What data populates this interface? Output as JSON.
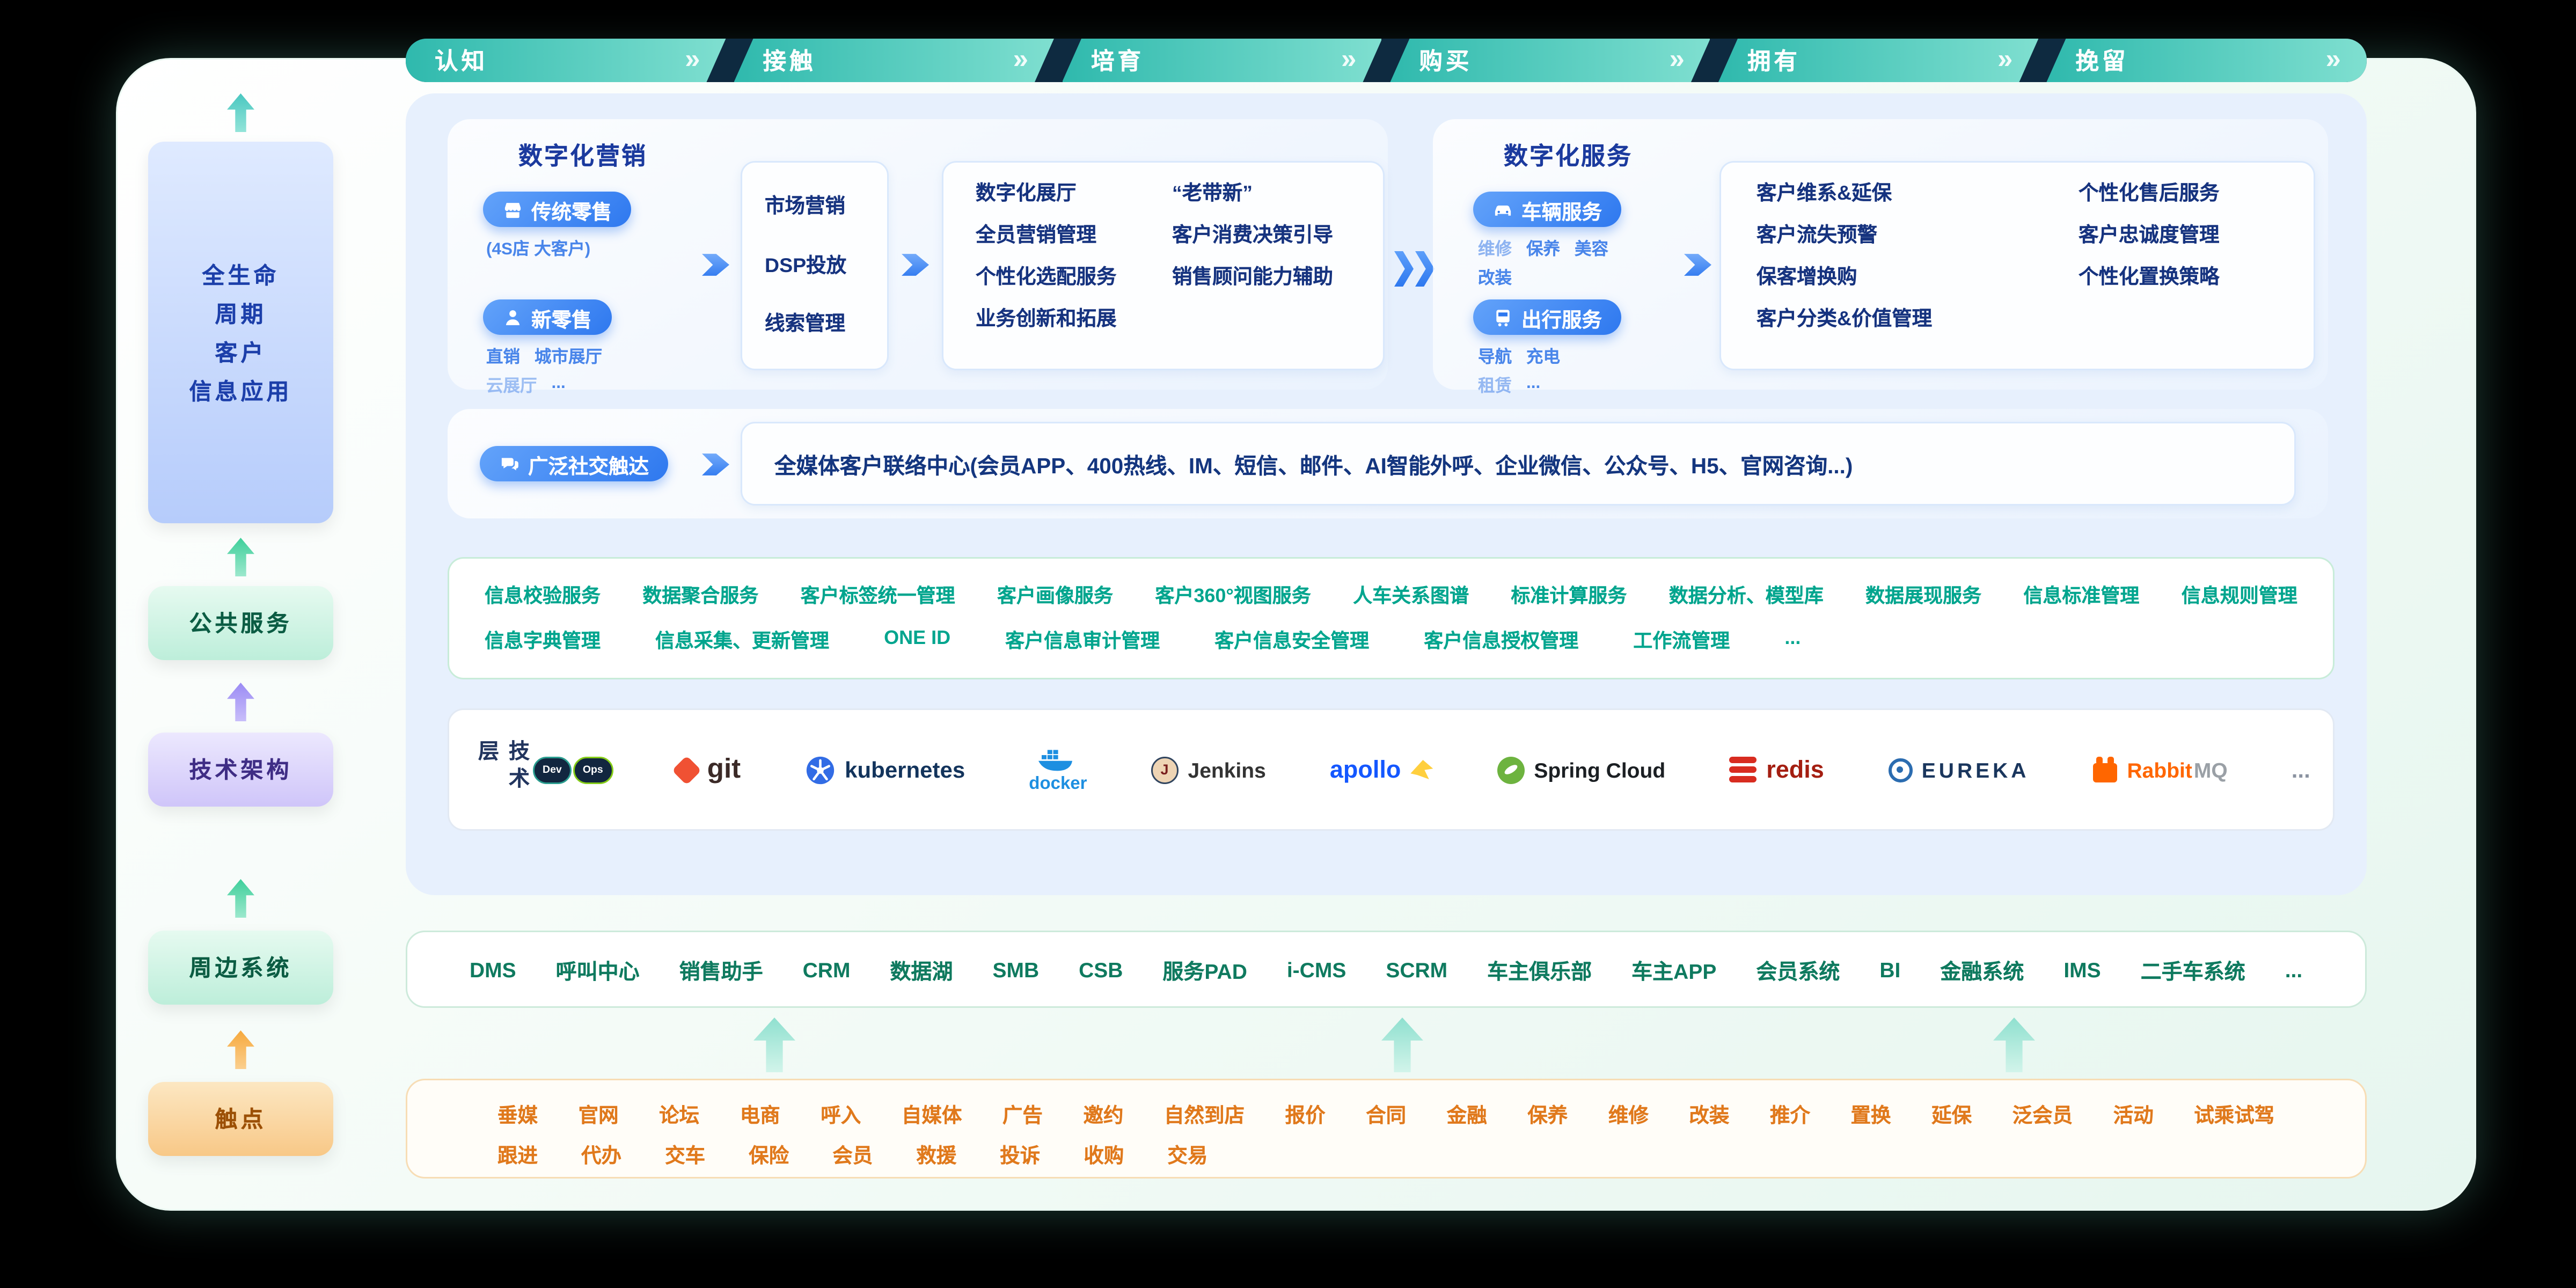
{
  "stages": [
    "认知",
    "接触",
    "培育",
    "购买",
    "拥有",
    "挽留"
  ],
  "sidebar": {
    "lifecycle_lines": [
      "全生命",
      "周期",
      "客户",
      "信息应用"
    ],
    "public_services_label": "公共服务",
    "tech_architecture_label": "技术架构",
    "peripheral_systems_label": "周边系统",
    "touchpoints_label": "触点"
  },
  "marketing": {
    "title": "数字化营销",
    "traditional": {
      "label": "传统零售",
      "sub": "(4S店  大客户)"
    },
    "new_retail": {
      "label": "新零售",
      "subs": [
        "直销",
        "城市展厅",
        "云展厅",
        "..."
      ]
    },
    "mid_items": [
      "市场营销",
      "DSP投放",
      "线索管理"
    ],
    "digital_items": [
      "数字化展厅",
      "全员营销管理",
      "个性化选配服务",
      "业务创新和拓展"
    ],
    "assist_items": [
      "“老带新”",
      "客户消费决策引导",
      "销售顾问能力辅助"
    ]
  },
  "services": {
    "title": "数字化服务",
    "vehicle": {
      "label": "车辆服务",
      "subs": [
        "维修",
        "保养",
        "美容",
        "改装"
      ]
    },
    "travel": {
      "label": "出行服务",
      "subs": [
        "导航",
        "充电",
        "租赁",
        "..."
      ]
    },
    "retain_items": [
      "客户维系&延保",
      "客户流失预警",
      "保客增换购",
      "客户分类&价值管理"
    ],
    "personal_items": [
      "个性化售后服务",
      "客户忠诚度管理",
      "个性化置换策略"
    ]
  },
  "social": {
    "button_label": "广泛社交触达",
    "center_text": "全媒体客户联络中心(会员APP、400热线、IM、短信、邮件、AI智能外呼、企业微信、公众号、H5、官网咨询...)"
  },
  "public_row": {
    "row1": [
      "信息校验服务",
      "数据聚合服务",
      "客户标签统一管理",
      "客户画像服务",
      "客户360°视图服务",
      "人车关系图谱",
      "标准计算服务",
      "数据分析、模型库",
      "数据展现服务",
      "信息标准管理",
      "信息规则管理"
    ],
    "row2": [
      "信息字典管理",
      "信息采集、更新管理",
      "ONE ID",
      "客户信息审计管理",
      "客户信息安全管理",
      "客户信息授权管理",
      "工作流管理",
      "..."
    ]
  },
  "tech": {
    "vertical_label": "技术层",
    "logos": [
      {
        "name": "DevOps",
        "parts": [
          "Dev",
          "Ops"
        ]
      },
      {
        "name": "git",
        "text": "git"
      },
      {
        "name": "kubernetes",
        "text": "kubernetes"
      },
      {
        "name": "docker",
        "text": "docker"
      },
      {
        "name": "Jenkins",
        "text": "Jenkins"
      },
      {
        "name": "apollo",
        "text": "apollo"
      },
      {
        "name": "Spring Cloud",
        "text": "Spring Cloud"
      },
      {
        "name": "redis",
        "text": "redis"
      },
      {
        "name": "EUREKA",
        "text": "EUREKA"
      },
      {
        "name": "RabbitMQ",
        "parts": [
          "Rabbit",
          "MQ"
        ]
      },
      {
        "name": "more",
        "text": "..."
      }
    ]
  },
  "peripheral_row": [
    "DMS",
    "呼叫中心",
    "销售助手",
    "CRM",
    "数据湖",
    "SMB",
    "CSB",
    "服务PAD",
    "i-CMS",
    "SCRM",
    "车主俱乐部",
    "车主APP",
    "会员系统",
    "BI",
    "金融系统",
    "IMS",
    "二手车系统",
    "..."
  ],
  "touch_row": {
    "row1": [
      "垂媒",
      "官网",
      "论坛",
      "电商",
      "呼入",
      "自媒体",
      "广告",
      "邀约",
      "自然到店",
      "报价",
      "合同",
      "金融",
      "保养",
      "维修",
      "改装",
      "推介",
      "置换",
      "延保",
      "泛会员",
      "活动",
      "试乘试驾"
    ],
    "row2": [
      "跟进",
      "代办",
      "交车",
      "保险",
      "会员",
      "救援",
      "投诉",
      "收购",
      "交易"
    ]
  },
  "colors": {
    "stage_teal": "#2fb9ad",
    "accent_blue": "#2e78ef",
    "dark_blue_text": "#16337f",
    "teal_text": "#00a58e",
    "green_text": "#0f7a5f",
    "orange_text": "#e0791c"
  }
}
